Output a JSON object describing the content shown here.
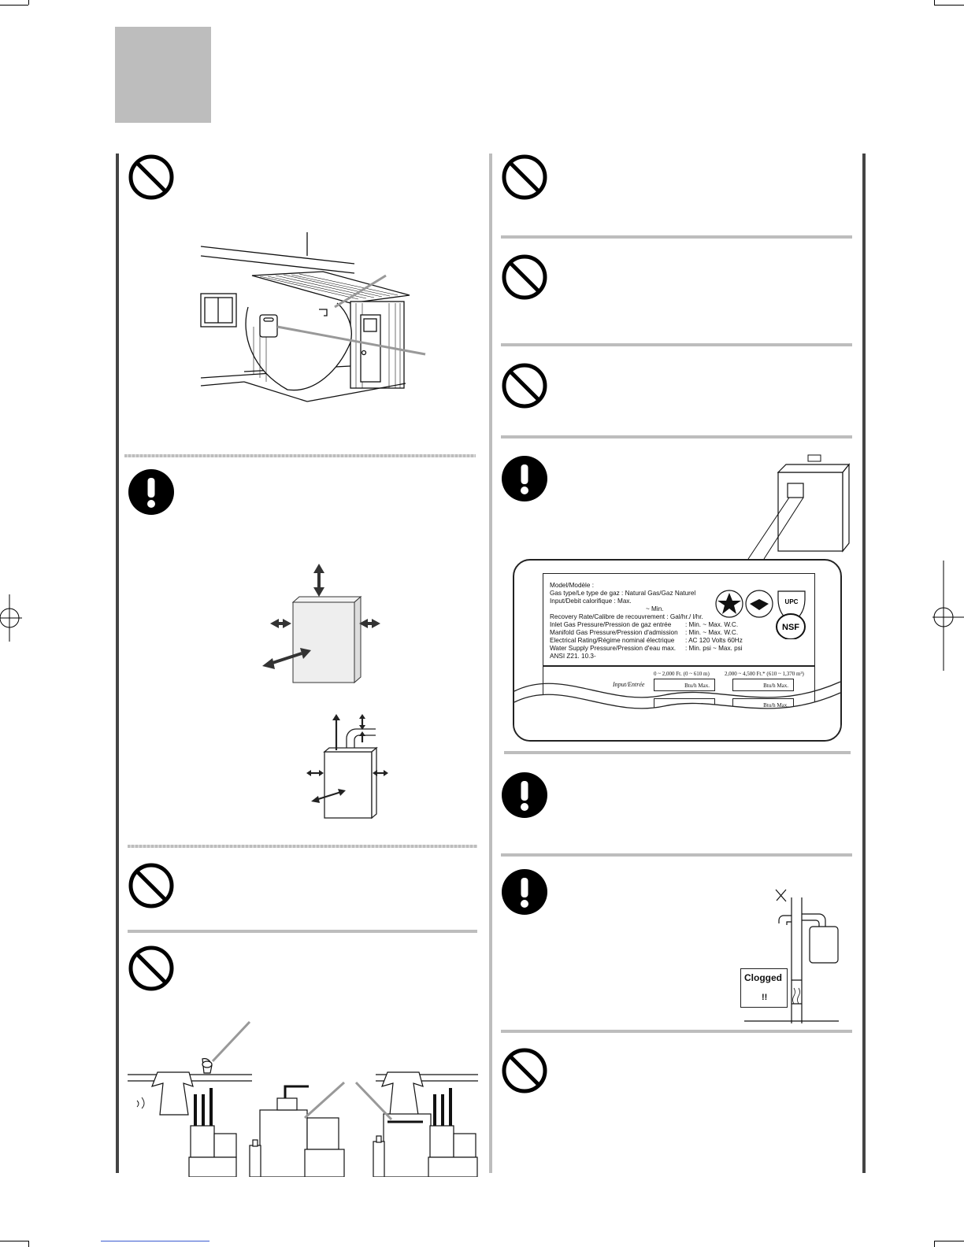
{
  "icons": {
    "prohibition": "prohibition-icon",
    "mandatory": "exclamation-icon"
  },
  "colors": {
    "header_box": "#bdbdbd",
    "separator": "#bdbdbd",
    "ink": "#111111"
  },
  "rating_label": {
    "model": "Model/Modèle   :",
    "gas_type": "Gas type/Le type de gaz    : Natural Gas/Gaz Naturel",
    "input": "Input/Debit calorifique : Max.",
    "input_min": "~ Min.",
    "recovery": "Recovery Rate/Calibre de recouvrement        :          Gal/hr./        l/hr.",
    "inlet_gas": "Inlet Gas Pressure/Pression de gaz entrée",
    "inlet_gas_val": ": Min.        ~ Max.          W.C.",
    "manifold_gas": "Manifold Gas Pressure/Pression d'admission",
    "manifold_gas_val": ": Min.        ~ Max.          W.C.",
    "electrical": "Electrical Rating/Régime nominal électrique",
    "electrical_val": ": AC 120 Volts 60Hz",
    "water_supply": "Water Supply Pressure/Pression d'eau max.",
    "water_supply_val": ": Min.      psi ~ Max.      psi",
    "ansi": "ANSI Z21. 10.3-",
    "alt_low": "0 ~ 2,000 Ft. (0 ~ 610 m)",
    "alt_high": "2,000 ~ 4,500 Ft.* (610 ~ 1,370 m³)",
    "input_row_label": "Input/Entrée",
    "btuh": "Btu/h Max.",
    "badge_upc": "UPC",
    "badge_nsf": "NSF"
  },
  "clogged_sign": {
    "line1": "Clogged",
    "line2": "!!"
  }
}
